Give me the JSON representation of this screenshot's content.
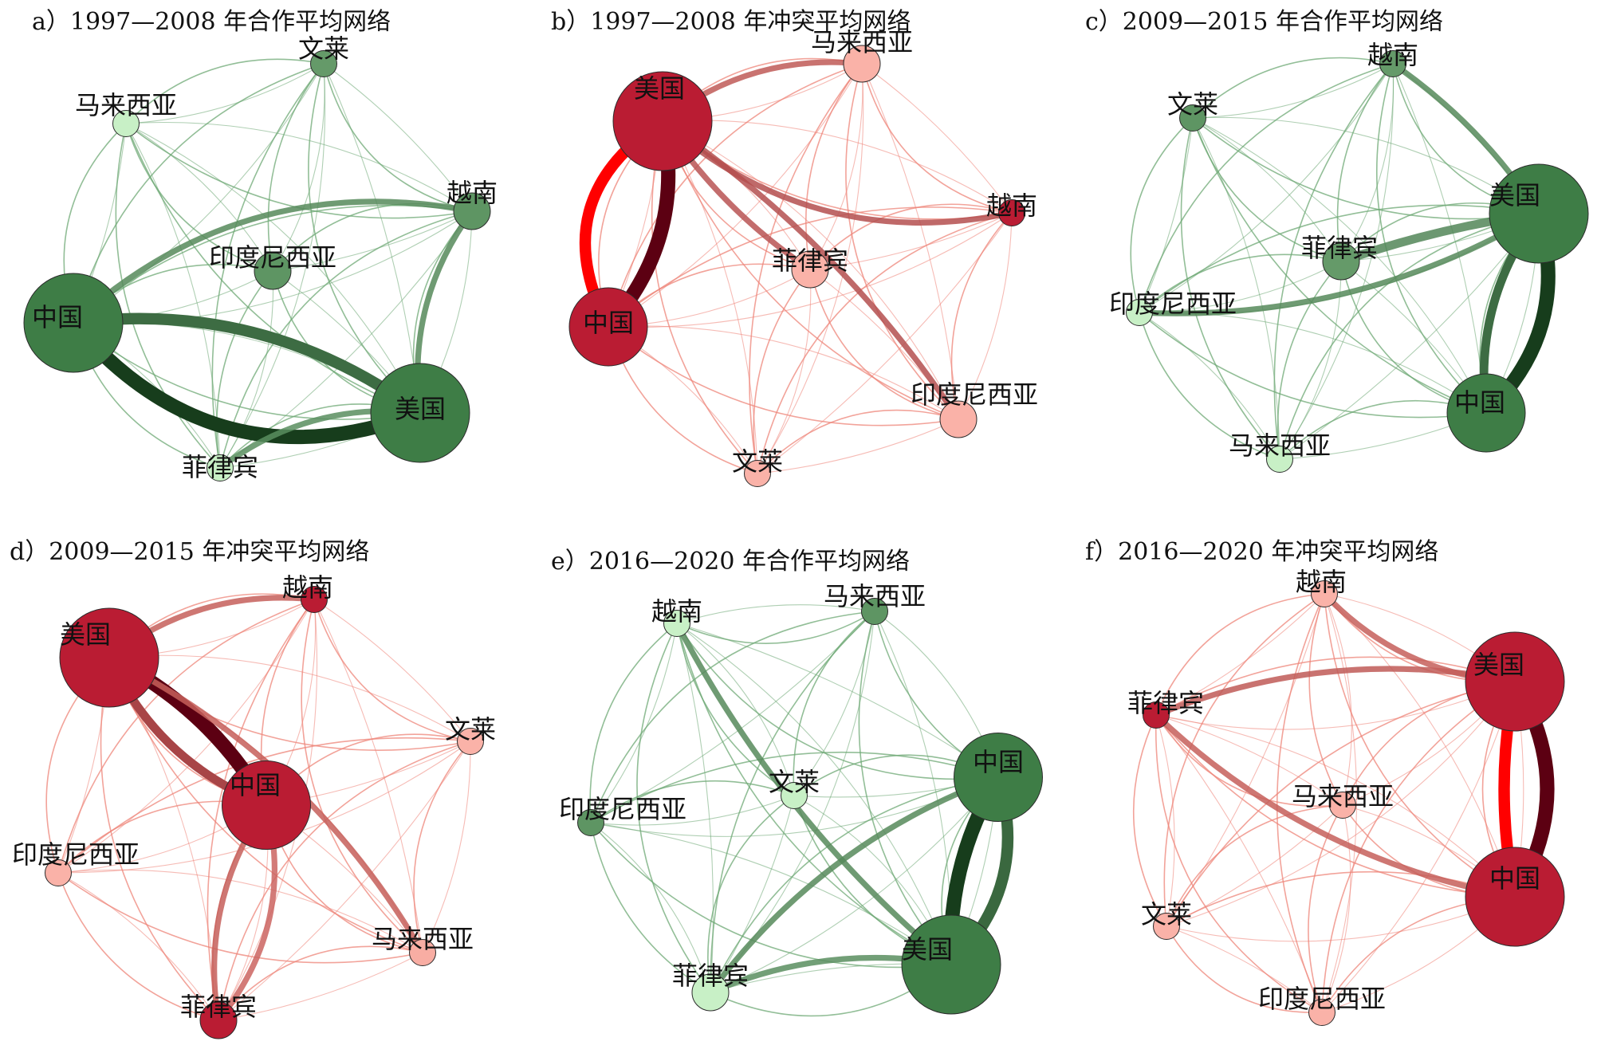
{
  "figure": {
    "panels": [
      {
        "id": "a",
        "title": "a）1997—2008 年合作平均网络",
        "type": "cooperation",
        "nodes": [
          {
            "id": "wenlai",
            "label": "文莱",
            "size": 1,
            "shade": 0.55
          },
          {
            "id": "malaixiya",
            "label": "马来西亚",
            "size": 1,
            "shade": 0.0
          },
          {
            "id": "yuenan",
            "label": "越南",
            "size": 2,
            "shade": 0.6
          },
          {
            "id": "yinni",
            "label": "印度尼西亚",
            "size": 2,
            "shade": 0.6
          },
          {
            "id": "zhongguo",
            "label": "中国",
            "size": 8,
            "shade": 0.85
          },
          {
            "id": "meiguo",
            "label": "美国",
            "size": 8,
            "shade": 0.85
          },
          {
            "id": "feilvbin",
            "label": "菲律宾",
            "size": 1,
            "shade": 0.0
          }
        ],
        "strong_edges": [
          {
            "a": "zhongguo",
            "b": "meiguo",
            "weight": 5,
            "level": 1.0,
            "bend": 0.35
          },
          {
            "a": "zhongguo",
            "b": "meiguo",
            "weight": 4,
            "level": 0.7,
            "bend": -0.2
          },
          {
            "a": "zhongguo",
            "b": "yuenan",
            "weight": 2,
            "level": 0.35,
            "bend": -0.25
          },
          {
            "a": "meiguo",
            "b": "yuenan",
            "weight": 2,
            "level": 0.35,
            "bend": -0.2
          },
          {
            "a": "meiguo",
            "b": "feilvbin",
            "weight": 2,
            "level": 0.3,
            "bend": 0.2
          }
        ]
      },
      {
        "id": "b",
        "title": "b）1997—2008 年冲突平均网络",
        "type": "conflict",
        "nodes": [
          {
            "id": "malaixiya",
            "label": "马来西亚",
            "size": 2,
            "shade": 0.1
          },
          {
            "id": "meiguo",
            "label": "美国",
            "size": 8,
            "shade": 0.9
          },
          {
            "id": "yuenan",
            "label": "越南",
            "size": 1,
            "shade": 0.9
          },
          {
            "id": "feilvbin",
            "label": "菲律宾",
            "size": 2,
            "shade": 0.1
          },
          {
            "id": "zhongguo",
            "label": "中国",
            "size": 6,
            "shade": 0.9
          },
          {
            "id": "yinni",
            "label": "印度尼西亚",
            "size": 2,
            "shade": 0.1
          },
          {
            "id": "wenlai",
            "label": "文莱",
            "size": 1,
            "shade": 0.1
          }
        ],
        "strong_edges": [
          {
            "a": "meiguo",
            "b": "zhongguo",
            "weight": 5,
            "level": 1.0,
            "bend": -0.25
          },
          {
            "a": "meiguo",
            "b": "zhongguo",
            "weight": 4,
            "level": 0.8,
            "bend": 0.45
          },
          {
            "a": "meiguo",
            "b": "yuenan",
            "weight": 2,
            "level": 0.5,
            "bend": 0.25
          },
          {
            "a": "meiguo",
            "b": "yinni",
            "weight": 2,
            "level": 0.5,
            "bend": -0.1
          },
          {
            "a": "meiguo",
            "b": "feilvbin",
            "weight": 2,
            "level": 0.45,
            "bend": 0.1
          },
          {
            "a": "meiguo",
            "b": "malaixiya",
            "weight": 2,
            "level": 0.4,
            "bend": -0.2
          }
        ]
      },
      {
        "id": "c",
        "title": "c）2009—2015 年合作平均网络",
        "type": "cooperation",
        "nodes": [
          {
            "id": "yuenan",
            "label": "越南",
            "size": 1,
            "shade": 0.55
          },
          {
            "id": "wenlai",
            "label": "文莱",
            "size": 1,
            "shade": 0.6
          },
          {
            "id": "meiguo",
            "label": "美国",
            "size": 8,
            "shade": 0.85
          },
          {
            "id": "feilvbin",
            "label": "菲律宾",
            "size": 2,
            "shade": 0.55
          },
          {
            "id": "yinni",
            "label": "印度尼西亚",
            "size": 1,
            "shade": 0.0
          },
          {
            "id": "zhongguo",
            "label": "中国",
            "size": 6,
            "shade": 0.85
          },
          {
            "id": "malaixiya",
            "label": "马来西亚",
            "size": 1,
            "shade": 0.0
          }
        ],
        "strong_edges": [
          {
            "a": "meiguo",
            "b": "zhongguo",
            "weight": 5,
            "level": 1.0,
            "bend": -0.3
          },
          {
            "a": "meiguo",
            "b": "zhongguo",
            "weight": 3,
            "level": 0.7,
            "bend": 0.2
          },
          {
            "a": "meiguo",
            "b": "feilvbin",
            "weight": 3,
            "level": 0.4,
            "bend": 0.05
          },
          {
            "a": "meiguo",
            "b": "yinni",
            "weight": 2,
            "level": 0.35,
            "bend": -0.15
          },
          {
            "a": "meiguo",
            "b": "yuenan",
            "weight": 2,
            "level": 0.35,
            "bend": 0.1
          }
        ]
      },
      {
        "id": "d",
        "title": "d）2009—2015 年冲突平均网络",
        "type": "conflict",
        "nodes": [
          {
            "id": "yuenan",
            "label": "越南",
            "size": 1,
            "shade": 0.9
          },
          {
            "id": "meiguo",
            "label": "美国",
            "size": 8,
            "shade": 0.9
          },
          {
            "id": "wenlai",
            "label": "文莱",
            "size": 1,
            "shade": 0.1
          },
          {
            "id": "zhongguo",
            "label": "中国",
            "size": 7,
            "shade": 0.9
          },
          {
            "id": "yinni",
            "label": "印度尼西亚",
            "size": 1,
            "shade": 0.1
          },
          {
            "id": "malaixiya",
            "label": "马来西亚",
            "size": 1,
            "shade": 0.15
          },
          {
            "id": "feilvbin",
            "label": "菲律宾",
            "size": 2,
            "shade": 0.9
          }
        ],
        "strong_edges": [
          {
            "a": "meiguo",
            "b": "zhongguo",
            "weight": 5,
            "level": 1.0,
            "bend": -0.15
          },
          {
            "a": "meiguo",
            "b": "zhongguo",
            "weight": 3,
            "level": 0.6,
            "bend": 0.2
          },
          {
            "a": "meiguo",
            "b": "yuenan",
            "weight": 2,
            "level": 0.35,
            "bend": -0.2
          },
          {
            "a": "meiguo",
            "b": "malaixiya",
            "weight": 2,
            "level": 0.35,
            "bend": -0.15
          },
          {
            "a": "zhongguo",
            "b": "feilvbin",
            "weight": 2,
            "level": 0.35,
            "bend": 0.2
          },
          {
            "a": "zhongguo",
            "b": "feilvbin",
            "weight": 2,
            "level": 0.3,
            "bend": -0.25
          }
        ]
      },
      {
        "id": "e",
        "title": "e）2016—2020 年合作平均网络",
        "type": "cooperation",
        "nodes": [
          {
            "id": "yuenan",
            "label": "越南",
            "size": 1,
            "shade": 0.0
          },
          {
            "id": "malaixiya",
            "label": "马来西亚",
            "size": 1,
            "shade": 0.6
          },
          {
            "id": "zhongguo",
            "label": "中国",
            "size": 7,
            "shade": 0.85
          },
          {
            "id": "wenlai",
            "label": "文莱",
            "size": 1,
            "shade": 0.0
          },
          {
            "id": "yinni",
            "label": "印度尼西亚",
            "size": 1,
            "shade": 0.6
          },
          {
            "id": "feilvbin",
            "label": "菲律宾",
            "size": 2,
            "shade": 0.0
          },
          {
            "id": "meiguo",
            "label": "美国",
            "size": 8,
            "shade": 0.85
          }
        ],
        "strong_edges": [
          {
            "a": "zhongguo",
            "b": "meiguo",
            "weight": 5,
            "level": 1.0,
            "bend": 0.15
          },
          {
            "a": "zhongguo",
            "b": "meiguo",
            "weight": 4,
            "level": 0.75,
            "bend": -0.3
          },
          {
            "a": "zhongguo",
            "b": "feilvbin",
            "weight": 2,
            "level": 0.35,
            "bend": 0.15
          },
          {
            "a": "meiguo",
            "b": "yuenan",
            "weight": 2,
            "level": 0.35,
            "bend": -0.1
          },
          {
            "a": "meiguo",
            "b": "feilvbin",
            "weight": 2,
            "level": 0.3,
            "bend": 0.15
          }
        ]
      },
      {
        "id": "f",
        "title": "f）2016—2020 年冲突平均网络",
        "type": "conflict",
        "nodes": [
          {
            "id": "yuenan",
            "label": "越南",
            "size": 1,
            "shade": 0.1
          },
          {
            "id": "meiguo",
            "label": "美国",
            "size": 8,
            "shade": 0.9
          },
          {
            "id": "feilvbin",
            "label": "菲律宾",
            "size": 1,
            "shade": 0.9
          },
          {
            "id": "malaixiya",
            "label": "马来西亚",
            "size": 1,
            "shade": 0.1
          },
          {
            "id": "zhongguo",
            "label": "中国",
            "size": 8,
            "shade": 0.9
          },
          {
            "id": "wenlai",
            "label": "文莱",
            "size": 1,
            "shade": 0.1
          },
          {
            "id": "yinni",
            "label": "印度尼西亚",
            "size": 1,
            "shade": 0.1
          }
        ],
        "strong_edges": [
          {
            "a": "meiguo",
            "b": "zhongguo",
            "weight": 5,
            "level": 1.0,
            "bend": -0.3
          },
          {
            "a": "meiguo",
            "b": "zhongguo",
            "weight": 4,
            "level": 0.8,
            "bend": 0.1
          },
          {
            "a": "meiguo",
            "b": "feilvbin",
            "weight": 2,
            "level": 0.4,
            "bend": 0.15
          },
          {
            "a": "zhongguo",
            "b": "feilvbin",
            "weight": 2,
            "level": 0.35,
            "bend": -0.15
          },
          {
            "a": "meiguo",
            "b": "yuenan",
            "weight": 2,
            "level": 0.35,
            "bend": -0.2
          }
        ]
      }
    ],
    "palette": {
      "cooperation": {
        "light": "#c8f0c6",
        "mid": "#6b9f6f",
        "dark": "#2a6e35",
        "strong": "#173d1c",
        "edge": "#6ea874"
      },
      "conflict": {
        "light": "#fcbcb2",
        "mid": "#f08a80",
        "dark": "#ad0020",
        "strong": "#5c0012",
        "edge": "#ee8478",
        "vivid": "#ff0000"
      }
    }
  }
}
